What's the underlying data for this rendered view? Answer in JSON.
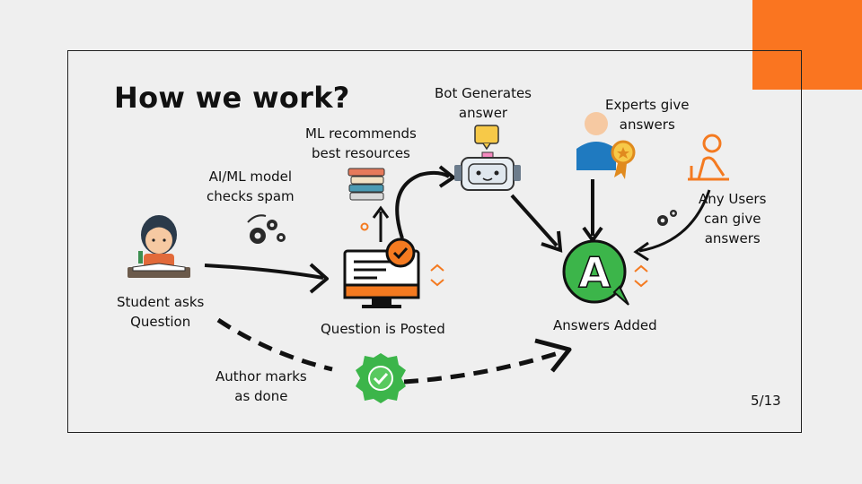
{
  "slide": {
    "title": "How we work?",
    "page_number": "5/13",
    "accent_color": "#fa7520"
  },
  "nodes": {
    "student": {
      "label_line1": "Student asks",
      "label_line2": "Question",
      "icon": "student-reading-icon"
    },
    "spam_check": {
      "label_line1": "AI/ML model",
      "label_line2": "checks spam",
      "icon": "gears-icon"
    },
    "posted": {
      "label": "Question is Posted",
      "icon": "computer-monitor-icon"
    },
    "ml_recommend": {
      "label_line1": "ML recommends",
      "label_line2": "best resources",
      "icon": "books-icon"
    },
    "bot": {
      "label_line1": "Bot Generates",
      "label_line2": "answer",
      "icon": "robot-icon"
    },
    "experts": {
      "label_line1": "Experts give",
      "label_line2": "answers",
      "icon": "expert-badge-icon"
    },
    "users": {
      "label_line1": "Any Users",
      "label_line2": "can give",
      "label_line3": "answers",
      "icon": "user-writing-icon"
    },
    "answers": {
      "label": "Answers Added",
      "icon": "answer-bubble-icon",
      "glyph": "A"
    },
    "author_done": {
      "label_line1": "Author marks",
      "label_line2": "as done",
      "icon": "check-badge-icon"
    }
  },
  "colors": {
    "orange": "#f47a20",
    "green": "#3cb54a",
    "dark": "#222222",
    "gear": "#2a2a2a"
  }
}
